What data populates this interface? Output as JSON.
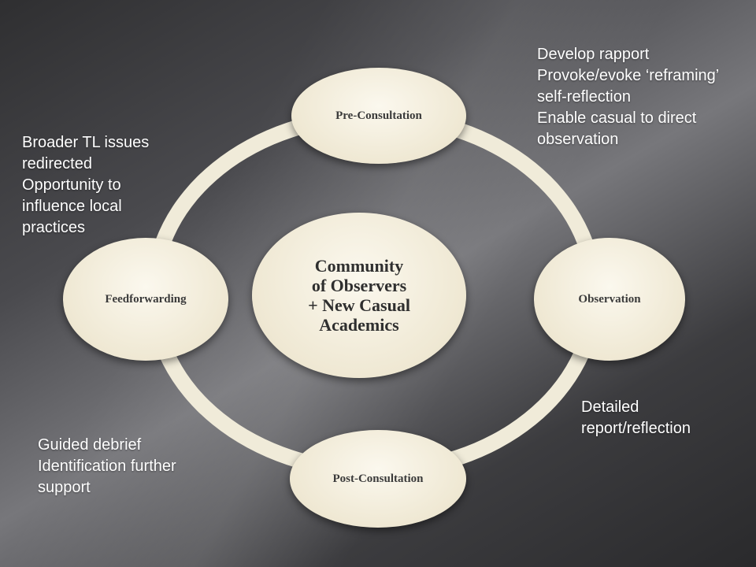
{
  "center": {
    "lines": [
      "Community",
      "of Observers",
      "+ New Casual",
      "Academics"
    ]
  },
  "nodes": {
    "pre": "Pre-Consultation",
    "observation": "Observation",
    "post": "Post-Consultation",
    "feedforwarding": "Feedforwarding"
  },
  "notes": {
    "top_right": [
      "Develop rapport",
      "Provoke/evoke ‘reframing’",
      "self-reflection",
      "Enable casual to direct",
      "observation"
    ],
    "top_left": [
      "Broader TL issues",
      "redirected",
      "Opportunity to",
      "influence local",
      "practices"
    ],
    "bottom_right": [
      "Detailed",
      "report/reflection"
    ],
    "bottom_left": [
      "Guided debrief",
      "Identification further",
      "support"
    ]
  },
  "colors": {
    "node_fill": "#efe8d3",
    "ring": "#f0ebd9",
    "text_white": "#ffffff"
  }
}
